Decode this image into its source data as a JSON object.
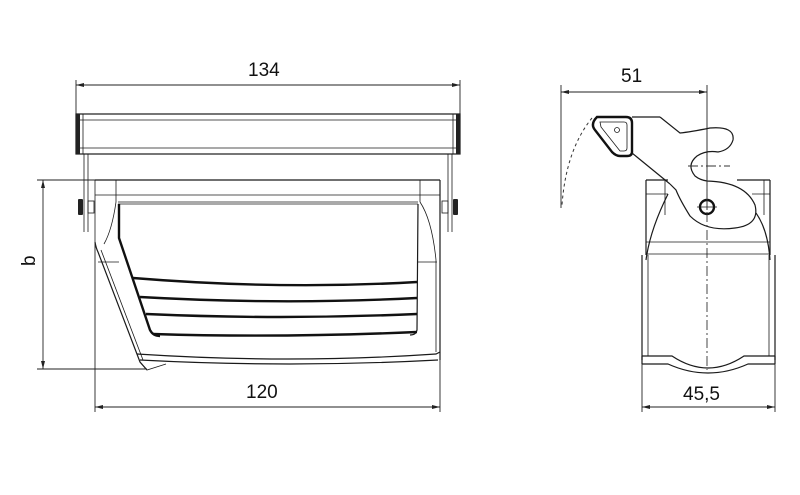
{
  "drawing": {
    "front_view": {
      "dimensions": {
        "overall_width": "134",
        "base_width": "120",
        "height": "b"
      }
    },
    "side_view": {
      "dimensions": {
        "lever_reach": "51",
        "base_width": "45,5"
      }
    },
    "colors": {
      "line": "#1a1a1a",
      "background": "#ffffff"
    }
  }
}
